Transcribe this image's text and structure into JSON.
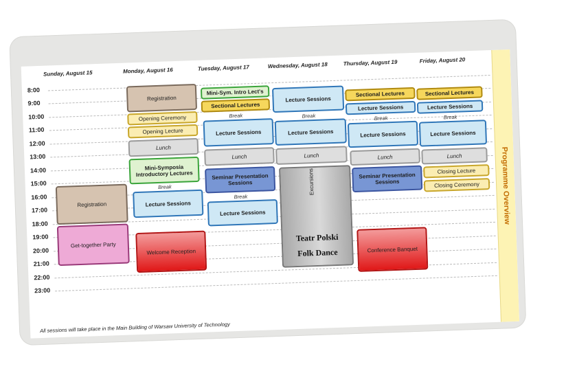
{
  "side_title": "Programme Overview",
  "days": [
    "Sunday, August 15",
    "Monday, August 16",
    "Tuesday, August 17",
    "Wednesday, August 18",
    "Thursday, August 19",
    "Friday, August 20"
  ],
  "hours": [
    "8:00",
    "9:00",
    "10:00",
    "11:00",
    "12:00",
    "13:00",
    "14:00",
    "15:00",
    "16:00",
    "17:00",
    "18:00",
    "19:00",
    "20:00",
    "21:00",
    "22:00",
    "23:00"
  ],
  "blocks": {
    "sun_registration": "Registration",
    "sun_party": "Get-together Party",
    "mon_registration": "Registration",
    "mon_opening_ceremony": "Opening Ceremony",
    "mon_opening_lecture": "Opening Lecture",
    "mon_lunch": "Lunch",
    "mon_minisymposia": "Mini-Symposia Introductory Lectures",
    "mon_break": "Break",
    "mon_lectures": "Lecture Sessions",
    "mon_reception": "Welcome Reception",
    "tue_minisym": "Mini-Sym. Intro Lect's",
    "tue_sectional": "Sectional Lectures",
    "tue_break": "Break",
    "tue_lectures": "Lecture Sessions",
    "tue_lunch": "Lunch",
    "tue_seminar": "Seminar Presentation Sessions",
    "tue_break2": "Break",
    "tue_lectures2": "Lecture Sessions",
    "wed_lectures": "Lecture Sessions",
    "wed_break": "Break",
    "wed_lectures2": "Lecture Sessions",
    "wed_lunch": "Lunch",
    "wed_excursions": "Excursions",
    "wed_teatr": "Teatr Polski",
    "wed_folk": "Folk Dance",
    "thu_sectional": "Sectional Lectures",
    "thu_lectures": "Lecture Sessions",
    "thu_break": "Break",
    "thu_lectures2": "Lecture Sessions",
    "thu_lunch": "Lunch",
    "thu_seminar": "Seminar Presentation Sessions",
    "thu_banquet": "Conference Banquet",
    "fri_sectional": "Sectional Lectures",
    "fri_lectures": "Lecture Sessions",
    "fri_break": "Break",
    "fri_lectures2": "Lecture Sessions",
    "fri_lunch": "Lunch",
    "fri_closing_lecture": "Closing Lecture",
    "fri_closing_ceremony": "Closing Ceremony"
  },
  "footer": "All sessions will take place in the Main Building of Warsaw University of Technology"
}
